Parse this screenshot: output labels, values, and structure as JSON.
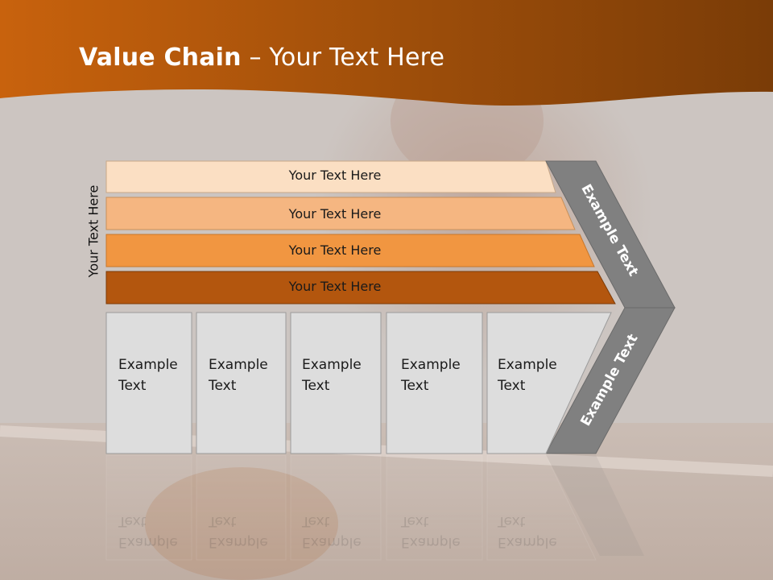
{
  "slide": {
    "title_bold": "Value Chain",
    "title_rest": " – Your Text Here",
    "side_label": "Your Text Here"
  },
  "bands": [
    {
      "label": "Your Text Here",
      "color": "#fbdfc3"
    },
    {
      "label": "Your Text Here",
      "color": "#f5b681"
    },
    {
      "label": "Your Text Here",
      "color": "#f19641"
    },
    {
      "label": "Your Text Here",
      "color": "#b3560e"
    }
  ],
  "boxes": [
    {
      "label": "Example\nText"
    },
    {
      "label": "Example\nText"
    },
    {
      "label": "Example\nText"
    },
    {
      "label": "Example\nText"
    },
    {
      "label": "Example\nText"
    }
  ],
  "chevron": {
    "upper_label": "Example Text",
    "lower_label": "Example Text",
    "color": "#808080"
  },
  "colors": {
    "header_dark": "#7a3c07",
    "header_light": "#c8620d",
    "box_fill": "#dddddd",
    "background": "#cdc6c2"
  }
}
